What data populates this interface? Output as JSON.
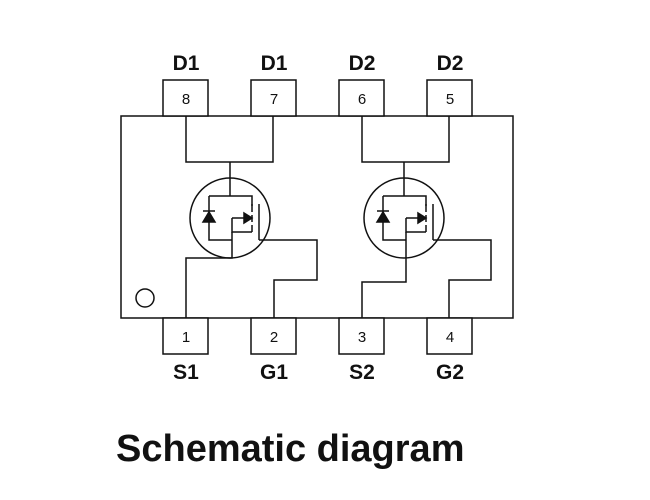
{
  "caption": "Schematic diagram",
  "pins_top": [
    {
      "number": "8",
      "name": "D1"
    },
    {
      "number": "7",
      "name": "D1"
    },
    {
      "number": "6",
      "name": "D2"
    },
    {
      "number": "5",
      "name": "D2"
    }
  ],
  "pins_bottom": [
    {
      "number": "1",
      "name": "S1"
    },
    {
      "number": "2",
      "name": "G1"
    },
    {
      "number": "3",
      "name": "S2"
    },
    {
      "number": "4",
      "name": "G2"
    }
  ],
  "colors": {
    "line": "#111111",
    "background": "#ffffff"
  }
}
